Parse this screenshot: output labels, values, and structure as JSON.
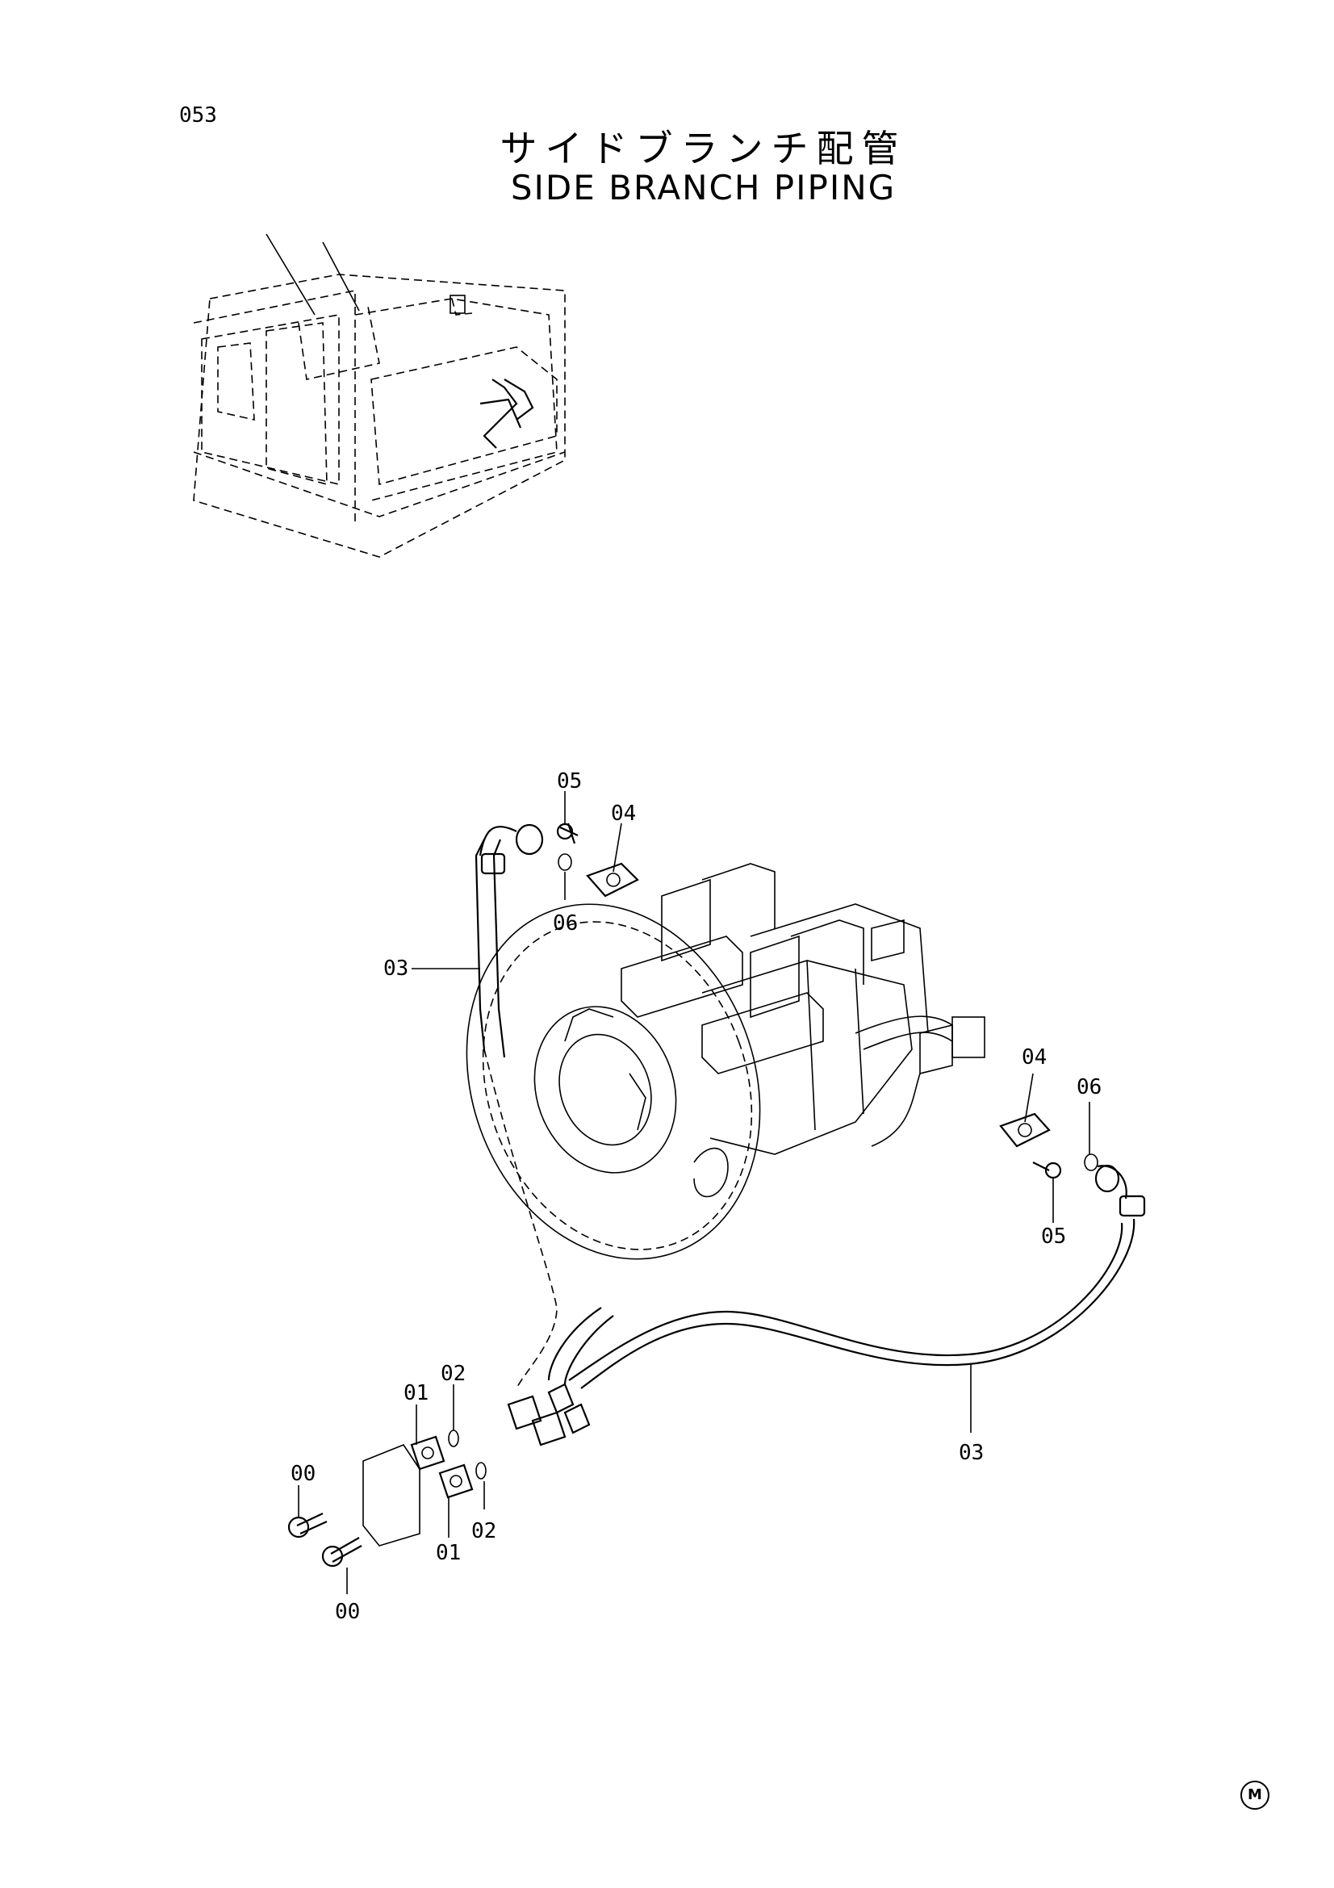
{
  "page_number": "053",
  "title_jp": "サイドブランチ配管",
  "title_en": "SIDE BRANCH PIPING",
  "footer_mark": "M",
  "part_labels": {
    "l00a": "00",
    "l00b": "00",
    "l01a": "01",
    "l01b": "01",
    "l02a": "02",
    "l02b": "02",
    "l03a": "03",
    "l03b": "03",
    "l04a": "04",
    "l04b": "04",
    "l05a": "05",
    "l05b": "05",
    "l06a": "06",
    "l06b": "06"
  }
}
